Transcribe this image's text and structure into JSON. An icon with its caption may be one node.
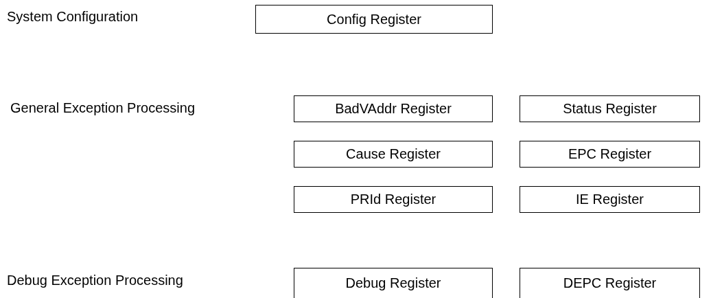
{
  "diagram": {
    "nodes": [
      {
        "text": [
          "Config Register"
        ]
      },
      {
        "text": [
          "BadVAddr Register"
        ]
      },
      {
        "text": [
          "Status Register"
        ]
      },
      {
        "text": [
          "Cause Register"
        ]
      },
      {
        "text": [
          "EPC Register"
        ]
      },
      {
        "text": [
          "PRId Register"
        ]
      },
      {
        "text": [
          "IE Register"
        ]
      },
      {
        "text": [
          "Debug Register"
        ]
      },
      {
        "text": [
          "DEPC Register"
        ]
      }
    ],
    "labels": [
      "System Configuration",
      "General Exception Processing",
      "Debug Exception Processing"
    ]
  }
}
